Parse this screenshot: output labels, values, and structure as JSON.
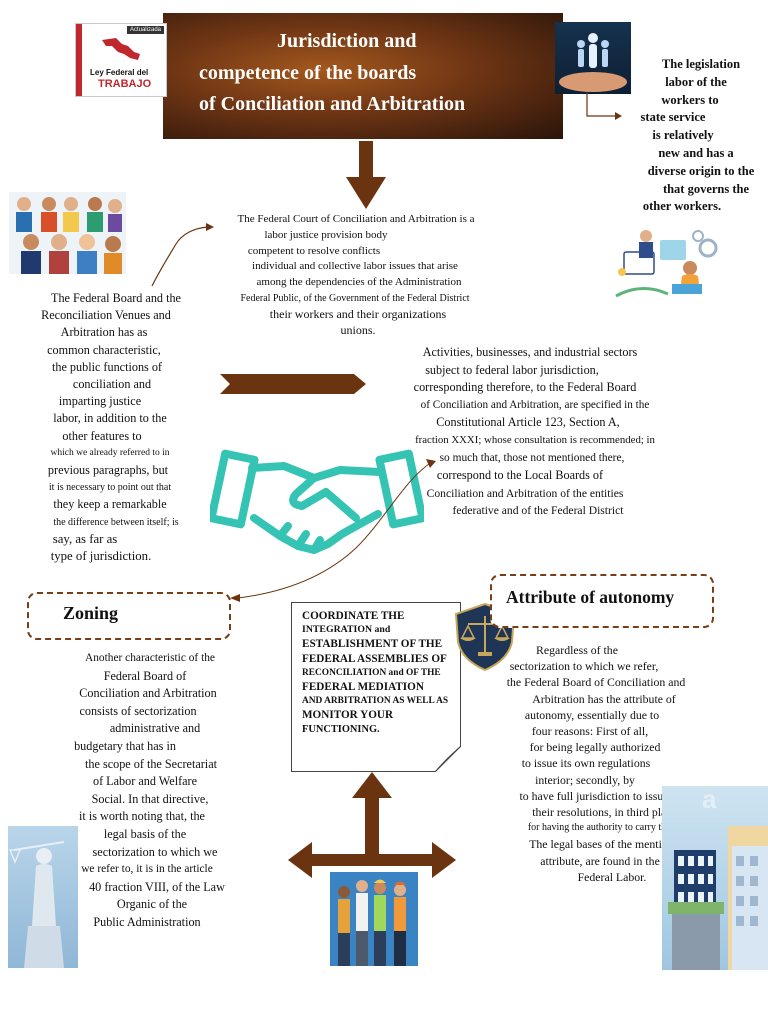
{
  "title": {
    "lines": [
      "Jurisdiction and",
      "competence of the boards",
      "of Conciliation and Arbitration"
    ]
  },
  "logo": {
    "badge": "Actualizada",
    "line1": "Ley Federal del",
    "line2": "TRABAJO"
  },
  "right_top": {
    "lines": [
      "The legislation",
      "labor of the",
      "workers to",
      "state service",
      "is relatively",
      "new and has a",
      "diverse origin to the",
      "that governs the",
      "other workers."
    ]
  },
  "center_top": {
    "lines": [
      "The Federal Court of Conciliation and Arbitration is a",
      "labor justice provision body",
      "competent to resolve conflicts",
      "individual and collective labor issues that arise",
      "among the dependencies of the Administration",
      "Federal Public, of the Government of the Federal District",
      "their workers and their organizations",
      "unions."
    ]
  },
  "left_block": {
    "lines": [
      "The Federal Board and the",
      "Reconciliation Venues and",
      "Arbitration has as",
      "common characteristic,",
      "the public functions of",
      "conciliation and",
      "imparting justice",
      "labor, in addition to the",
      "other features to",
      "which we already referred to in",
      "previous paragraphs, but",
      "it is necessary to point out that",
      "they keep a remarkable",
      "the difference between itself; is",
      "say, as far as",
      "type of jurisdiction."
    ]
  },
  "right_mid": {
    "lines": [
      "Activities, businesses, and industrial sectors",
      "subject to federal labor jurisdiction,",
      "corresponding therefore, to the Federal Board",
      "of Conciliation and Arbitration, are specified in the",
      "Constitutional Article 123, Section A,",
      "fraction XXXI; whose consultation is recommended; in",
      "so much that, those not mentioned there,",
      "correspond to the Local Boards of",
      "Conciliation and Arbitration of the entities",
      "federative and of the Federal District"
    ]
  },
  "zoning": {
    "heading": "Zoning",
    "lines": [
      "Another characteristic of the",
      "Federal Board of",
      "Conciliation and Arbitration",
      "consists of sectorization",
      "administrative and",
      "budgetary that has in",
      "the scope of the Secretariat",
      "of Labor and Welfare",
      "Social. In that directive,",
      "it is worth noting that, the",
      "legal basis of the",
      "sectorization to which we",
      "we refer to, it is in the article",
      "40 fraction VIII, of the Law",
      "Organic of the",
      "Public Administration"
    ]
  },
  "note": {
    "lines": [
      "COORDINATE THE",
      "INTEGRATION and",
      "ESTABLISHMENT OF THE",
      "FEDERAL ASSEMBLIES OF",
      "RECONCILIATION and OF THE",
      "FEDERAL MEDIATION",
      "AND ARBITRATION AS WELL AS",
      "MONITOR YOUR",
      "FUNCTIONING."
    ]
  },
  "autonomy": {
    "heading": "Attribute of autonomy",
    "lines": [
      "Regardless of the",
      "sectorization to which we refer,",
      "the Federal Board of Conciliation and",
      "Arbitration has the attribute of",
      "autonomy, essentially due to",
      "four reasons: First of all,",
      "for being legally authorized",
      "to issue its own regulations",
      "interior; secondly, by",
      "to have full jurisdiction to issue",
      "their resolutions, in third place,",
      "for having the authority to carry them out.",
      "The legal bases of the mentioned",
      "attribute, are found in the Law",
      "Federal Labor."
    ]
  },
  "colors": {
    "arrow": "#6b3410",
    "dashed_border": "#7a3e16",
    "handshake": "#35c4b4",
    "banner": "#6e3514"
  },
  "icons": [
    "people-illustration",
    "hands-people-icon",
    "office-workers-illustration",
    "handshake-icon",
    "justice-scales-emblem",
    "lady-justice-statue",
    "workers-group-illustration",
    "city-buildings-illustration"
  ]
}
